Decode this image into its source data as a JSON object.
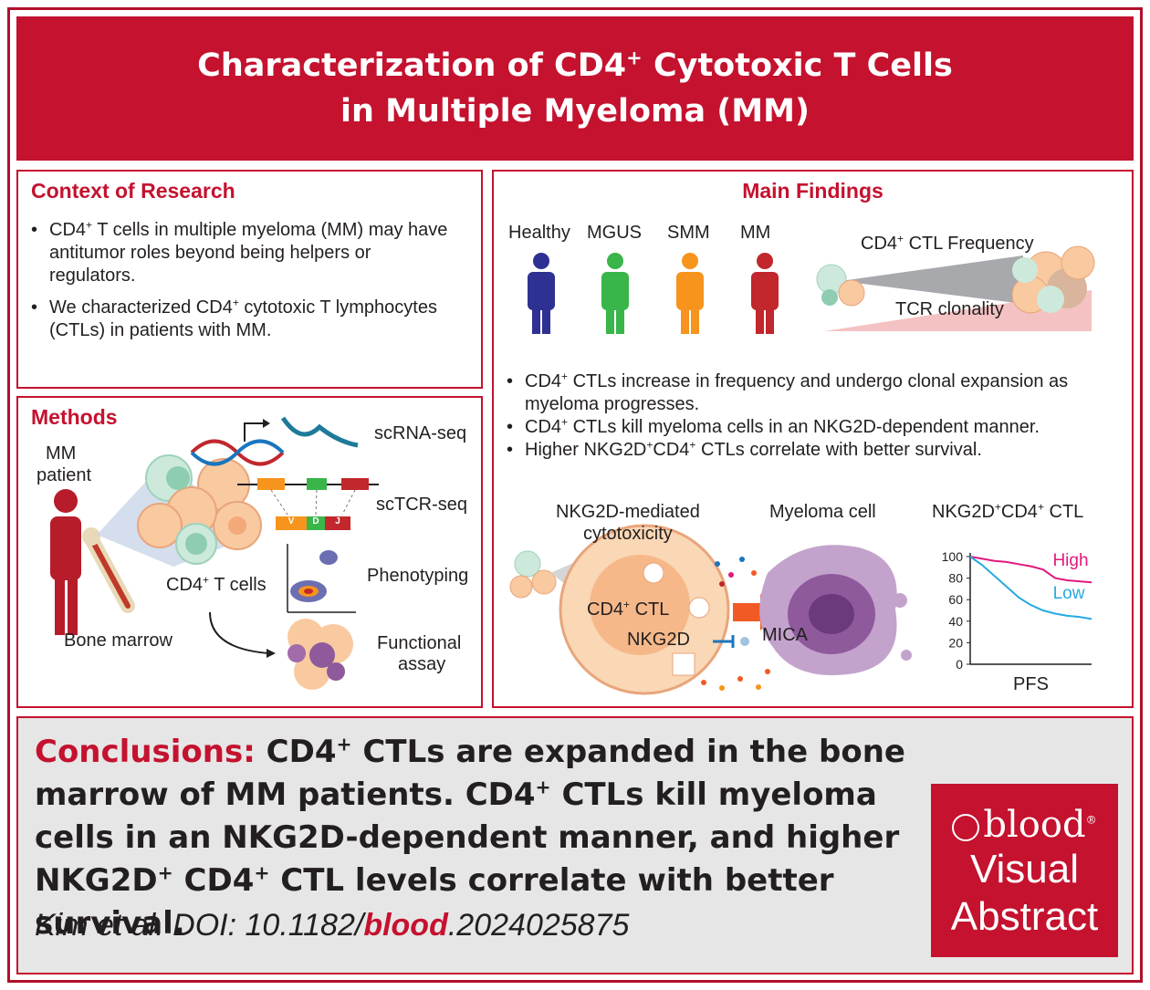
{
  "title": {
    "line1_pre": "Characterization of CD4",
    "line1_sup": "+",
    "line1_post": " Cytotoxic T Cells",
    "line2": "in Multiple Myeloma (MM)"
  },
  "context": {
    "heading": "Context of Research",
    "bullet1_a": "CD4",
    "bullet1_sup": "+",
    "bullet1_b": " T cells in multiple myeloma (MM) may have antitumor roles beyond being helpers or regulators.",
    "bullet2_a": "We characterized CD4",
    "bullet2_sup": "+",
    "bullet2_b": " cytotoxic T lymphocytes (CTLs) in patients with MM."
  },
  "methods": {
    "heading": "Methods",
    "patient_label_1": "MM",
    "patient_label_2": "patient",
    "bone_marrow": "Bone marrow",
    "cd4_a": "CD4",
    "cd4_sup": "+",
    "cd4_b": " T cells",
    "scrna": "scRNA-seq",
    "sctcr": "scTCR-seq",
    "phenotyping": "Phenotyping",
    "functional_1": "Functional",
    "functional_2": "assay",
    "vdj": [
      "V",
      "D",
      "J"
    ]
  },
  "findings": {
    "heading": "Main Findings",
    "stages": [
      "Healthy",
      "MGUS",
      "SMM",
      "MM"
    ],
    "stage_colors": [
      "#2e3192",
      "#39b54a",
      "#f7941d",
      "#c1272d"
    ],
    "freq_a": "CD4",
    "freq_sup": "+",
    "freq_b": " CTL Frequency",
    "tcr": "TCR clonality",
    "b1_a": "CD4",
    "b1_sup": "+",
    "b1_b": " CTLs increase in frequency and undergo clonal expansion as myeloma progresses.",
    "b2_a": "CD4",
    "b2_sup": "+",
    "b2_b": " CTLs kill myeloma cells in an NKG2D-dependent manner.",
    "b3_a": "Higher NKG2D",
    "b3_sup1": "+",
    "b3_mid": "CD4",
    "b3_sup2": "+",
    "b3_b": " CTLs correlate with better survival.",
    "mediated_1": "NKG2D-mediated",
    "mediated_2": "cytotoxicity",
    "myeloma_cell": "Myeloma cell",
    "cell_ctl": "CD4",
    "cell_ctl_sup": "+",
    "cell_ctl_b": " CTL",
    "nkg2d": "NKG2D",
    "mica": "MICA",
    "chart_title_a": "NKG2D",
    "chart_title_sup1": "+",
    "chart_title_b": "CD4",
    "chart_title_sup2": "+",
    "chart_title_c": " CTL"
  },
  "chart_data": {
    "type": "line",
    "title": "NKG2D+CD4+ CTL",
    "xlabel": "PFS",
    "ylabel": "",
    "ylim": [
      0,
      100
    ],
    "yticks": [
      0,
      20,
      40,
      60,
      80,
      100
    ],
    "x": [
      0,
      10,
      20,
      30,
      40,
      50,
      60,
      70,
      80,
      90,
      100
    ],
    "series": [
      {
        "name": "High",
        "color": "#e0197d",
        "values": [
          100,
          98,
          96,
          95,
          93,
          91,
          88,
          80,
          78,
          77,
          76
        ]
      },
      {
        "name": "Low",
        "color": "#27aae1",
        "values": [
          100,
          92,
          82,
          72,
          62,
          55,
          50,
          47,
          45,
          44,
          42
        ]
      }
    ]
  },
  "conclusion": {
    "label": "Conclusions:",
    "p1_a": " CD4",
    "p1_sup": "+",
    "p1_b": " CTLs are expanded in the bone marrow of MM patients. CD4",
    "p2_sup": "+",
    "p2_b": " CTLs kill myeloma cells in an NKG2D-dependent manner, and higher NKG2D",
    "p3_sup": "+",
    "p3_a": " CD4",
    "p4_sup": "+",
    "p4_b": " CTL levels correlate with better survival.",
    "cite_a": "Kim et al. DOI: 10.1182/",
    "cite_blood": "blood",
    "cite_b": ".2024025875"
  },
  "logo": {
    "blood": "blood",
    "reg": "®",
    "visual": "Visual",
    "abstract": "Abstract"
  },
  "colors": {
    "brand_red": "#c4122f",
    "text": "#231f20",
    "panel_bg": "#e6e6e6"
  }
}
